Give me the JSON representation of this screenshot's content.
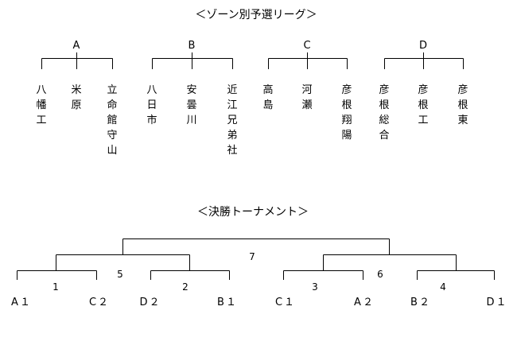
{
  "zone_league": {
    "title": "＜ゾーン別予選リーグ＞",
    "zones": [
      {
        "label": "A",
        "teams": [
          "八幡工",
          "米原",
          "立命館守山"
        ]
      },
      {
        "label": "B",
        "teams": [
          "八日市",
          "安曇川",
          "近江兄弟社"
        ]
      },
      {
        "label": "C",
        "teams": [
          "高島",
          "河瀬",
          "彦根翔陽"
        ]
      },
      {
        "label": "D",
        "teams": [
          "彦根総合",
          "彦根工",
          "彦根東"
        ]
      }
    ]
  },
  "tournament": {
    "title": "＜決勝トーナメント＞",
    "seeds": [
      "A１",
      "C２",
      "D２",
      "B１",
      "C１",
      "A２",
      "B２",
      "D１"
    ],
    "matches": [
      "1",
      "2",
      "3",
      "4",
      "5",
      "6",
      "7"
    ]
  }
}
